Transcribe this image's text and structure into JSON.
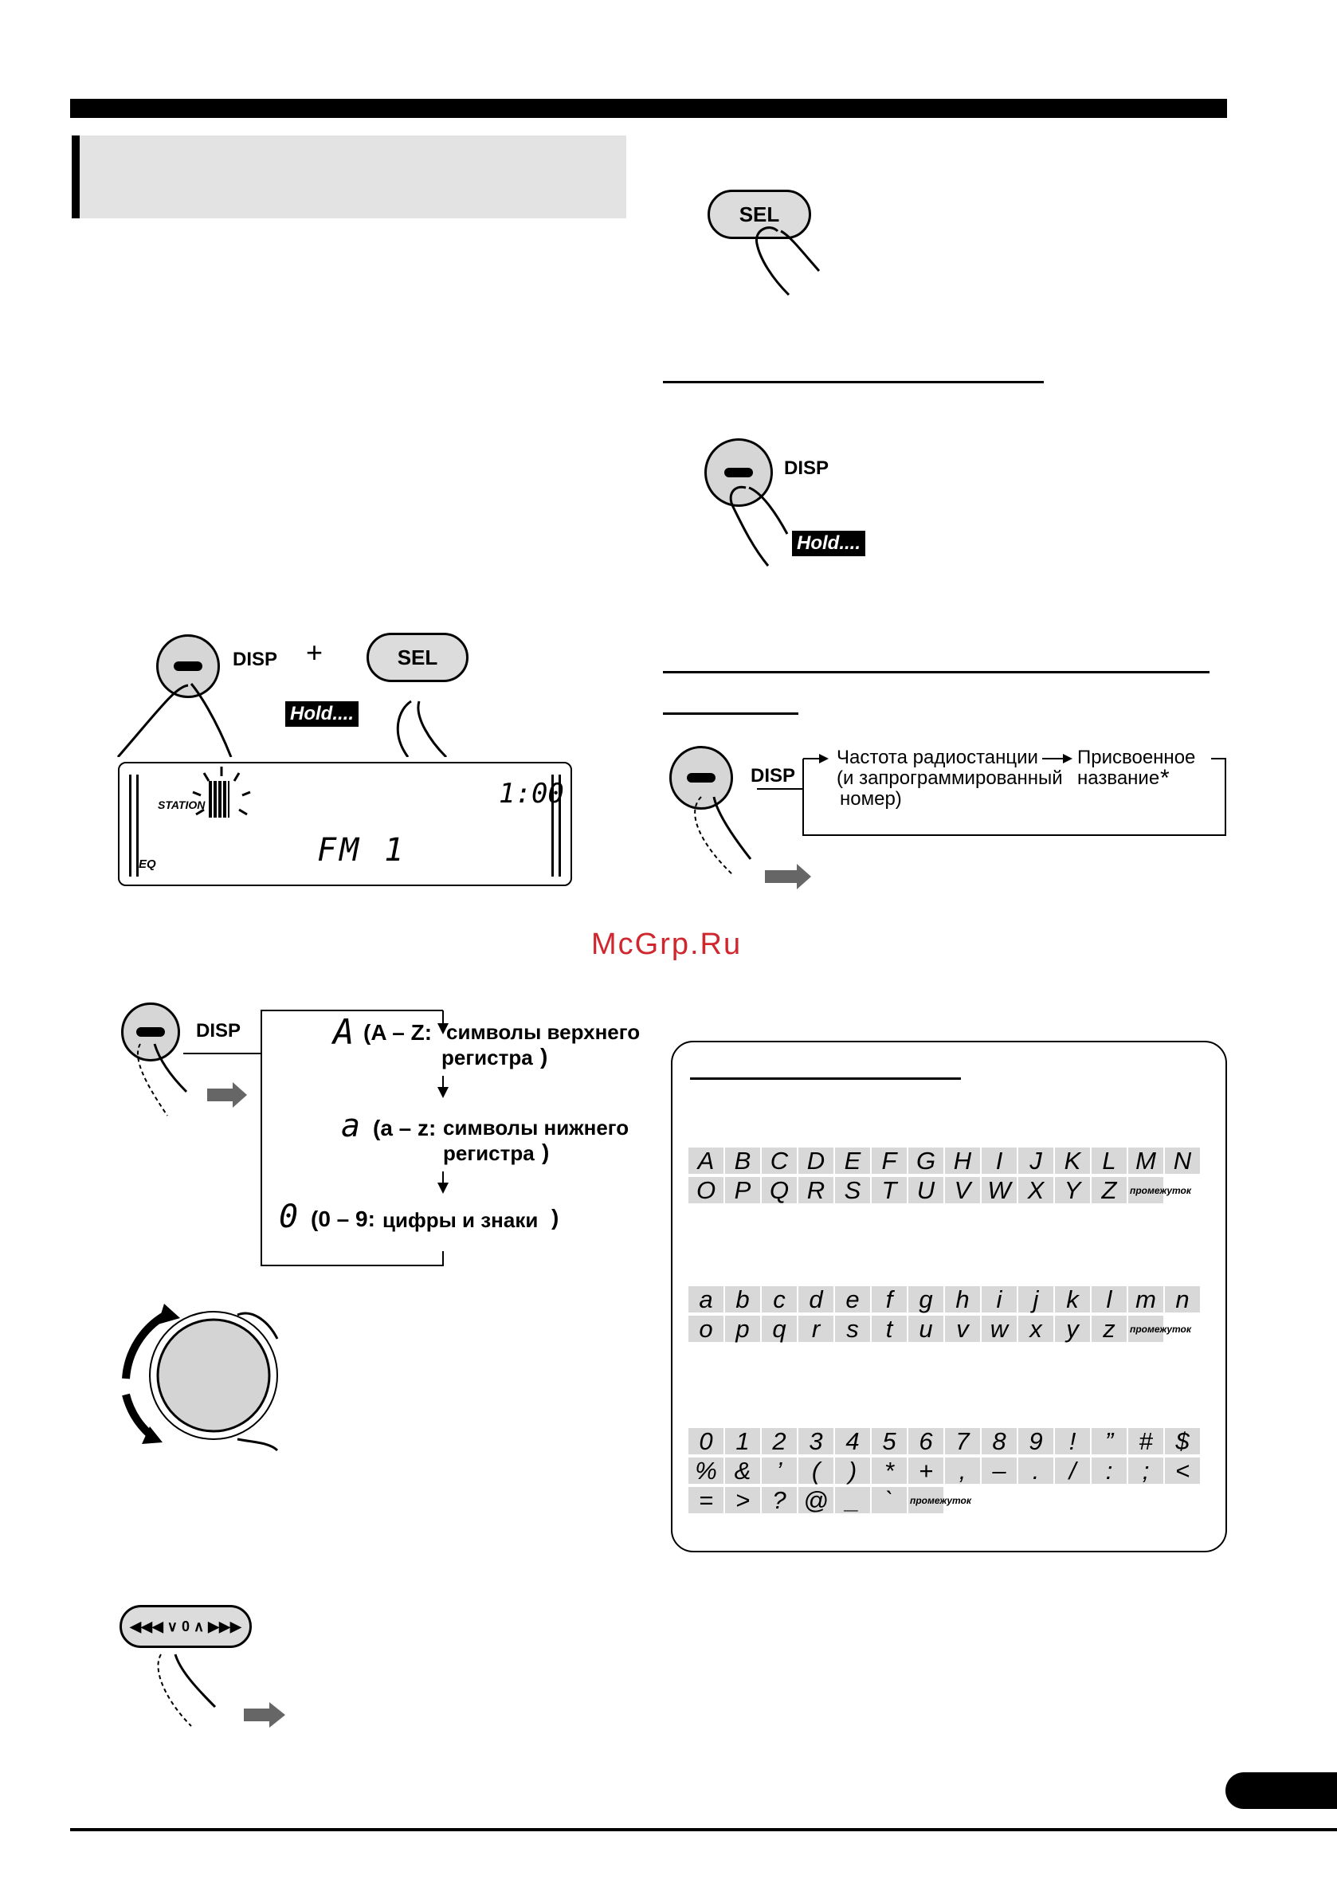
{
  "watermark": "McGrp.Ru",
  "buttons": {
    "sel": "SEL",
    "disp": "DISP",
    "plus": "+",
    "hold": "Hold....",
    "seek": "◀◀◀ ∨ 0 ∧ ▶▶▶"
  },
  "lcd": {
    "station": "STATION",
    "time": "1:00",
    "band": "FM 1",
    "eq": "EQ"
  },
  "disp_flow": {
    "item1": "Частота радиостанции",
    "item1_sub": "(и запрограммированный",
    "item1_sub2": "номер)",
    "item2": "Присвоенное",
    "item2_sub": "название",
    "asterisk": "*"
  },
  "char_modes": [
    {
      "icon": "A",
      "range": "(A – Z:",
      "text": "символы верхнего",
      "text2": "регистра",
      "close": ")"
    },
    {
      "icon": "a",
      "range": "(a – z:",
      "text": "символы нижнего",
      "text2": "регистра",
      "close": ")"
    },
    {
      "icon": "0",
      "range": "(0 – 9:",
      "text": "цифры и знаки",
      "close": ")"
    }
  ],
  "charset": {
    "upper_row1": [
      "A",
      "B",
      "C",
      "D",
      "E",
      "F",
      "G",
      "H",
      "I",
      "J",
      "K",
      "L",
      "M",
      "N"
    ],
    "upper_row2": [
      "O",
      "P",
      "Q",
      "R",
      "S",
      "T",
      "U",
      "V",
      "W",
      "X",
      "Y",
      "Z",
      "промежуток"
    ],
    "lower_row1": [
      "a",
      "b",
      "c",
      "d",
      "e",
      "f",
      "g",
      "h",
      "i",
      "j",
      "k",
      "l",
      "m",
      "n"
    ],
    "lower_row2": [
      "o",
      "p",
      "q",
      "r",
      "s",
      "t",
      "u",
      "v",
      "w",
      "x",
      "y",
      "z",
      "промежуток"
    ],
    "sym_row1": [
      "0",
      "1",
      "2",
      "3",
      "4",
      "5",
      "6",
      "7",
      "8",
      "9",
      "!",
      "”",
      "#",
      "$"
    ],
    "sym_row2": [
      "%",
      "&",
      "’",
      "(",
      ")",
      "*",
      "+",
      ",",
      "–",
      ".",
      "/",
      ":",
      ";",
      "<"
    ],
    "sym_row3": [
      "=",
      ">",
      "?",
      "@",
      "_",
      "`",
      "промежуток"
    ]
  }
}
